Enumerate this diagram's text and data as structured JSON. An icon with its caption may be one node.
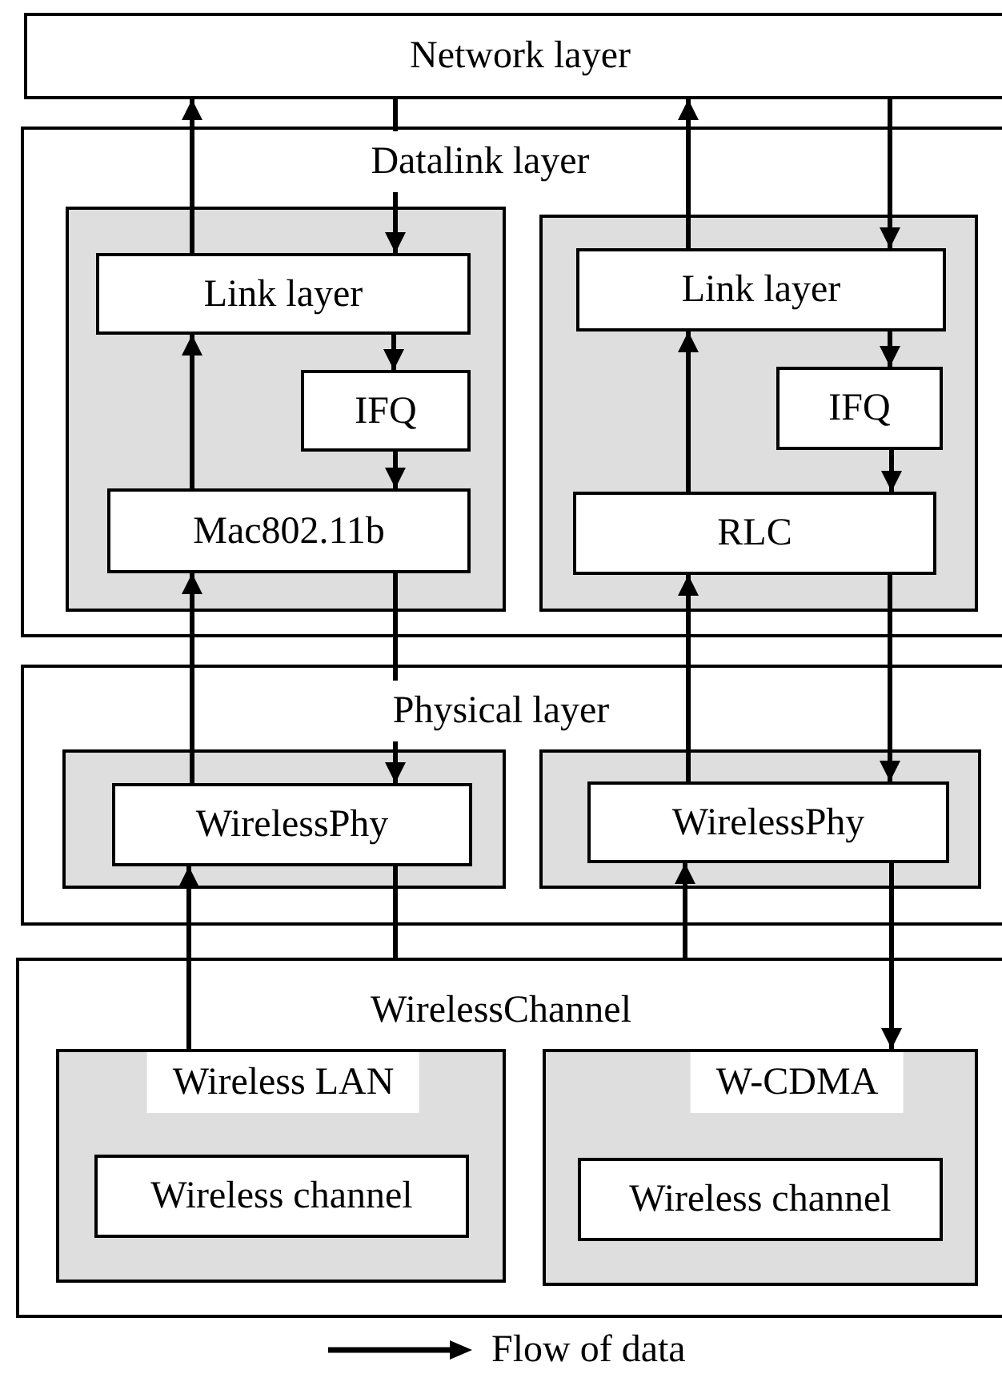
{
  "diagram": {
    "nodes": [
      {
        "text": [
          "Network layer"
        ]
      },
      {
        "text": [
          "Datalink layer"
        ]
      },
      {
        "text": [],
        "shape": "box",
        "in": 1
      },
      {
        "text": [
          "Link layer"
        ],
        "in": 2
      },
      {
        "text": [
          "IFQ"
        ],
        "in": 2
      },
      {
        "text": [
          "Mac802.11b"
        ],
        "in": 2
      },
      {
        "text": [],
        "shape": "box",
        "in": 1
      },
      {
        "text": [
          "Link layer"
        ],
        "in": 6
      },
      {
        "text": [
          "IFQ"
        ],
        "in": 6
      },
      {
        "text": [
          "RLC"
        ],
        "in": 6
      },
      {
        "text": [
          "Physical layer"
        ]
      },
      {
        "text": [],
        "shape": "box",
        "in": 10
      },
      {
        "text": [
          "WirelessPhy"
        ],
        "in": 11
      },
      {
        "text": [],
        "shape": "box",
        "in": 10
      },
      {
        "text": [
          "WirelessPhy"
        ],
        "in": 13
      },
      {
        "text": [
          "WirelessChannel"
        ]
      },
      {
        "text": [
          "Wireless LAN"
        ],
        "in": 15
      },
      {
        "text": [
          "Wireless channel"
        ],
        "in": 16
      },
      {
        "text": [
          "W-CDMA"
        ],
        "in": 15
      },
      {
        "text": [
          "Wireless channel"
        ],
        "in": 18
      }
    ],
    "edges": [
      {
        "from": 3,
        "to": 0,
        "arrow": "to"
      },
      {
        "from": 5,
        "to": 3,
        "arrow": "to"
      },
      {
        "from": 12,
        "to": 5,
        "arrow": "to"
      },
      {
        "from": 16,
        "to": 12,
        "arrow": "to"
      },
      {
        "from": 0,
        "to": 3,
        "arrow": "to"
      },
      {
        "from": 3,
        "to": 4,
        "arrow": "to"
      },
      {
        "from": 4,
        "to": 5,
        "arrow": "to"
      },
      {
        "from": 5,
        "to": 12,
        "arrow": "to"
      },
      {
        "from": 12,
        "to": 15,
        "arrow": "none"
      },
      {
        "from": 7,
        "to": 0,
        "arrow": "to"
      },
      {
        "from": 9,
        "to": 7,
        "arrow": "to"
      },
      {
        "from": 14,
        "to": 9,
        "arrow": "to"
      },
      {
        "from": 15,
        "to": 14,
        "arrow": "to"
      },
      {
        "from": 0,
        "to": 7,
        "arrow": "to"
      },
      {
        "from": 7,
        "to": 8,
        "arrow": "to"
      },
      {
        "from": 8,
        "to": 9,
        "arrow": "to"
      },
      {
        "from": 9,
        "to": 14,
        "arrow": "to"
      },
      {
        "from": 14,
        "to": 18,
        "arrow": "to"
      }
    ],
    "legend": [
      {
        "text": "Flow of data"
      }
    ]
  }
}
